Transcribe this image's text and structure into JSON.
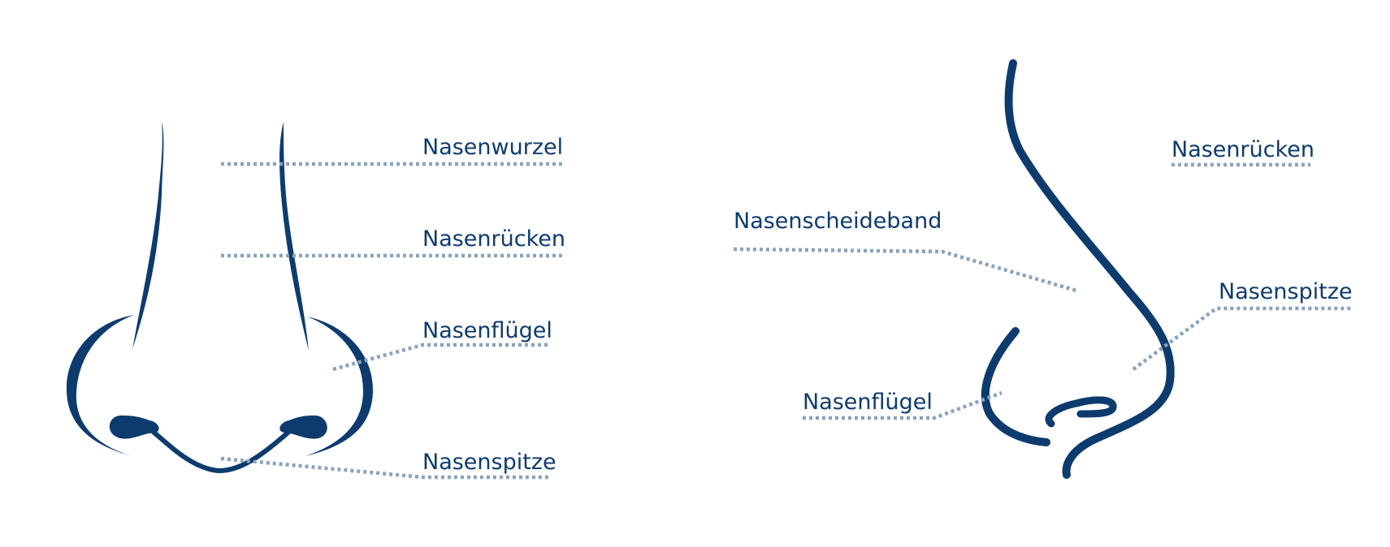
{
  "colors": {
    "outline": "#0d3b6e",
    "leader": "#8aa3bc",
    "background": "#ffffff"
  },
  "front_view": {
    "labels": {
      "root": "Nasenwurzel",
      "bridge": "Nasenrücken",
      "wing": "Nasenflügel",
      "tip": "Nasenspitze"
    }
  },
  "side_view": {
    "labels": {
      "bridge": "Nasenrücken",
      "septum": "Nasenscheideband",
      "tip": "Nasenspitze",
      "wing": "Nasenflügel"
    }
  }
}
